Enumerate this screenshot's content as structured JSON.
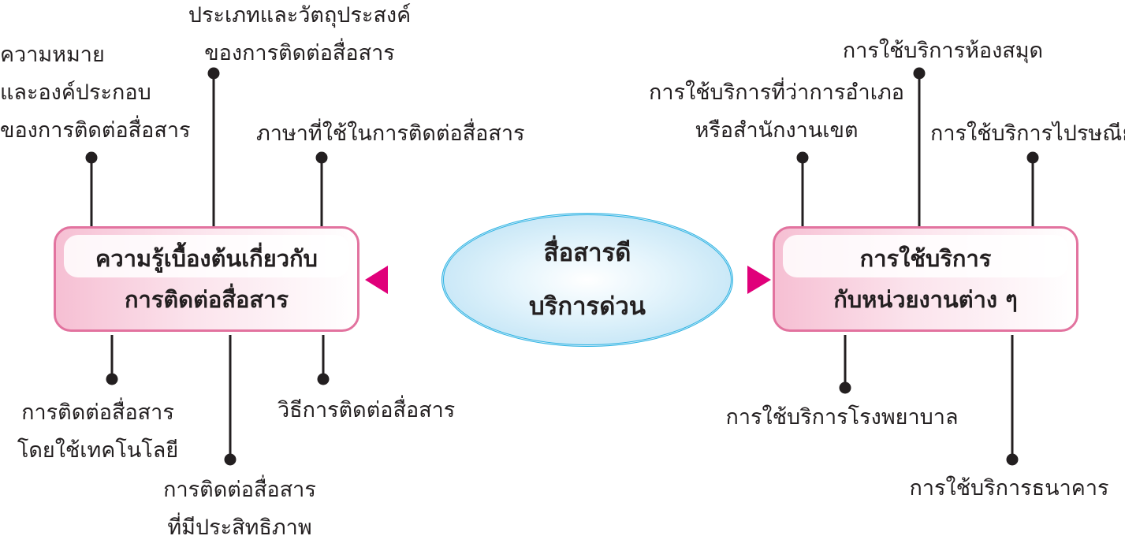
{
  "center": {
    "line1": "สื่อสารดี",
    "line2": "บริการด่วน"
  },
  "left_box": {
    "line1": "ความรู้เบื้องต้นเกี่ยวกับ",
    "line2": "การติดต่อสื่อสาร"
  },
  "right_box": {
    "line1": "การใช้บริการ",
    "line2": "กับหน่วยงานต่าง ๆ"
  },
  "left_branches": {
    "meaning": [
      "ความหมาย",
      "และองค์ประกอบ",
      "ของการติดต่อสื่อสาร"
    ],
    "types": [
      "ประเภทและวัตถุประสงค์",
      "ของการติดต่อสื่อสาร"
    ],
    "language": "ภาษาที่ใช้ในการติดต่อสื่อสาร",
    "technology": [
      "การติดต่อสื่อสาร",
      "โดยใช้เทคโนโลยี"
    ],
    "effective": [
      "การติดต่อสื่อสาร",
      "ที่มีประสิทธิภาพ"
    ],
    "methods": "วิธีการติดต่อสื่อสาร"
  },
  "right_branches": {
    "district_office": [
      "การใช้บริการที่ว่าการอำเภอ",
      "หรือสำนักงานเขต"
    ],
    "library": "การใช้บริการห้องสมุด",
    "post": "การใช้บริการไปรษณีย์",
    "hospital": "การใช้บริการโรงพยาบาล",
    "bank": "การใช้บริการธนาคาร"
  },
  "colors": {
    "box_border": "#e2739f",
    "arrow": "#e0007a",
    "ellipse_border": "#2bb3e3"
  }
}
